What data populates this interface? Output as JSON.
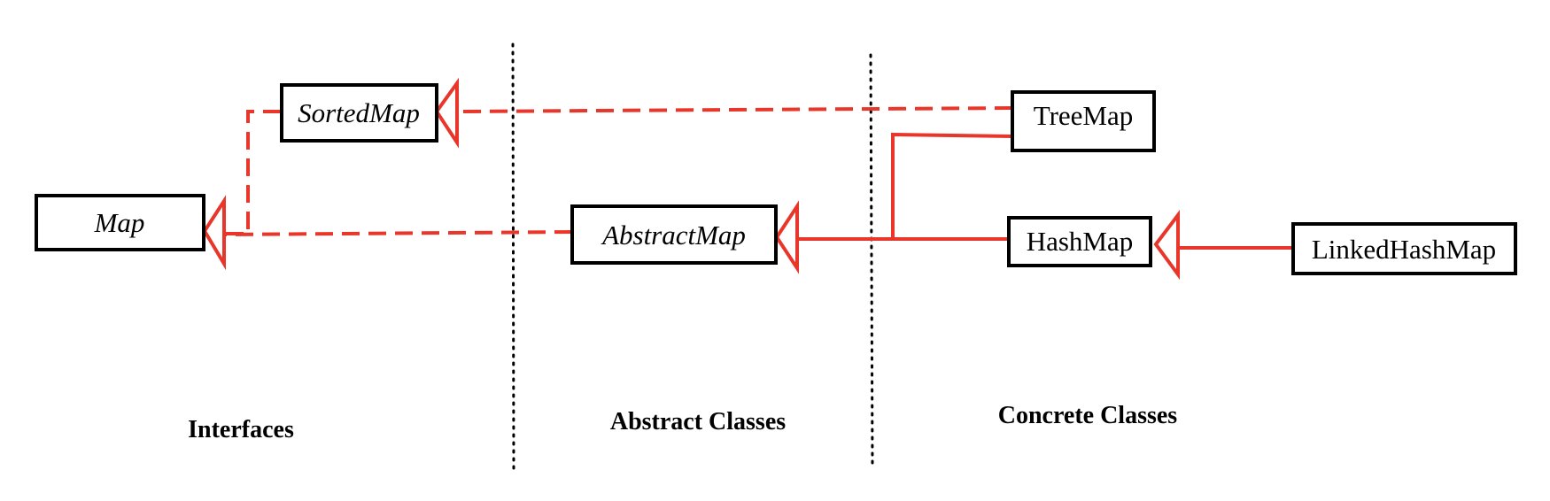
{
  "colors": {
    "relation": "#e8362a",
    "box_border": "#000000"
  },
  "classes": {
    "map": {
      "name": "Map",
      "kind": "interface"
    },
    "sorted_map": {
      "name": "SortedMap",
      "kind": "interface"
    },
    "abstract_map": {
      "name": "AbstractMap",
      "kind": "abstract"
    },
    "tree_map": {
      "name": "TreeMap",
      "kind": "concrete"
    },
    "hash_map": {
      "name": "HashMap",
      "kind": "concrete"
    },
    "linked_hash_map": {
      "name": "LinkedHashMap",
      "kind": "concrete"
    }
  },
  "relations": [
    {
      "from": "SortedMap",
      "to": "Map",
      "style": "dashed"
    },
    {
      "from": "AbstractMap",
      "to": "Map",
      "style": "dashed"
    },
    {
      "from": "TreeMap",
      "to": "SortedMap",
      "style": "dashed"
    },
    {
      "from": "TreeMap",
      "to": "AbstractMap",
      "style": "solid"
    },
    {
      "from": "HashMap",
      "to": "AbstractMap",
      "style": "solid"
    },
    {
      "from": "LinkedHashMap",
      "to": "HashMap",
      "style": "solid"
    }
  ],
  "sections": {
    "interfaces": "Interfaces",
    "abstract": "Abstract Classes",
    "concrete": "Concrete Classes"
  }
}
